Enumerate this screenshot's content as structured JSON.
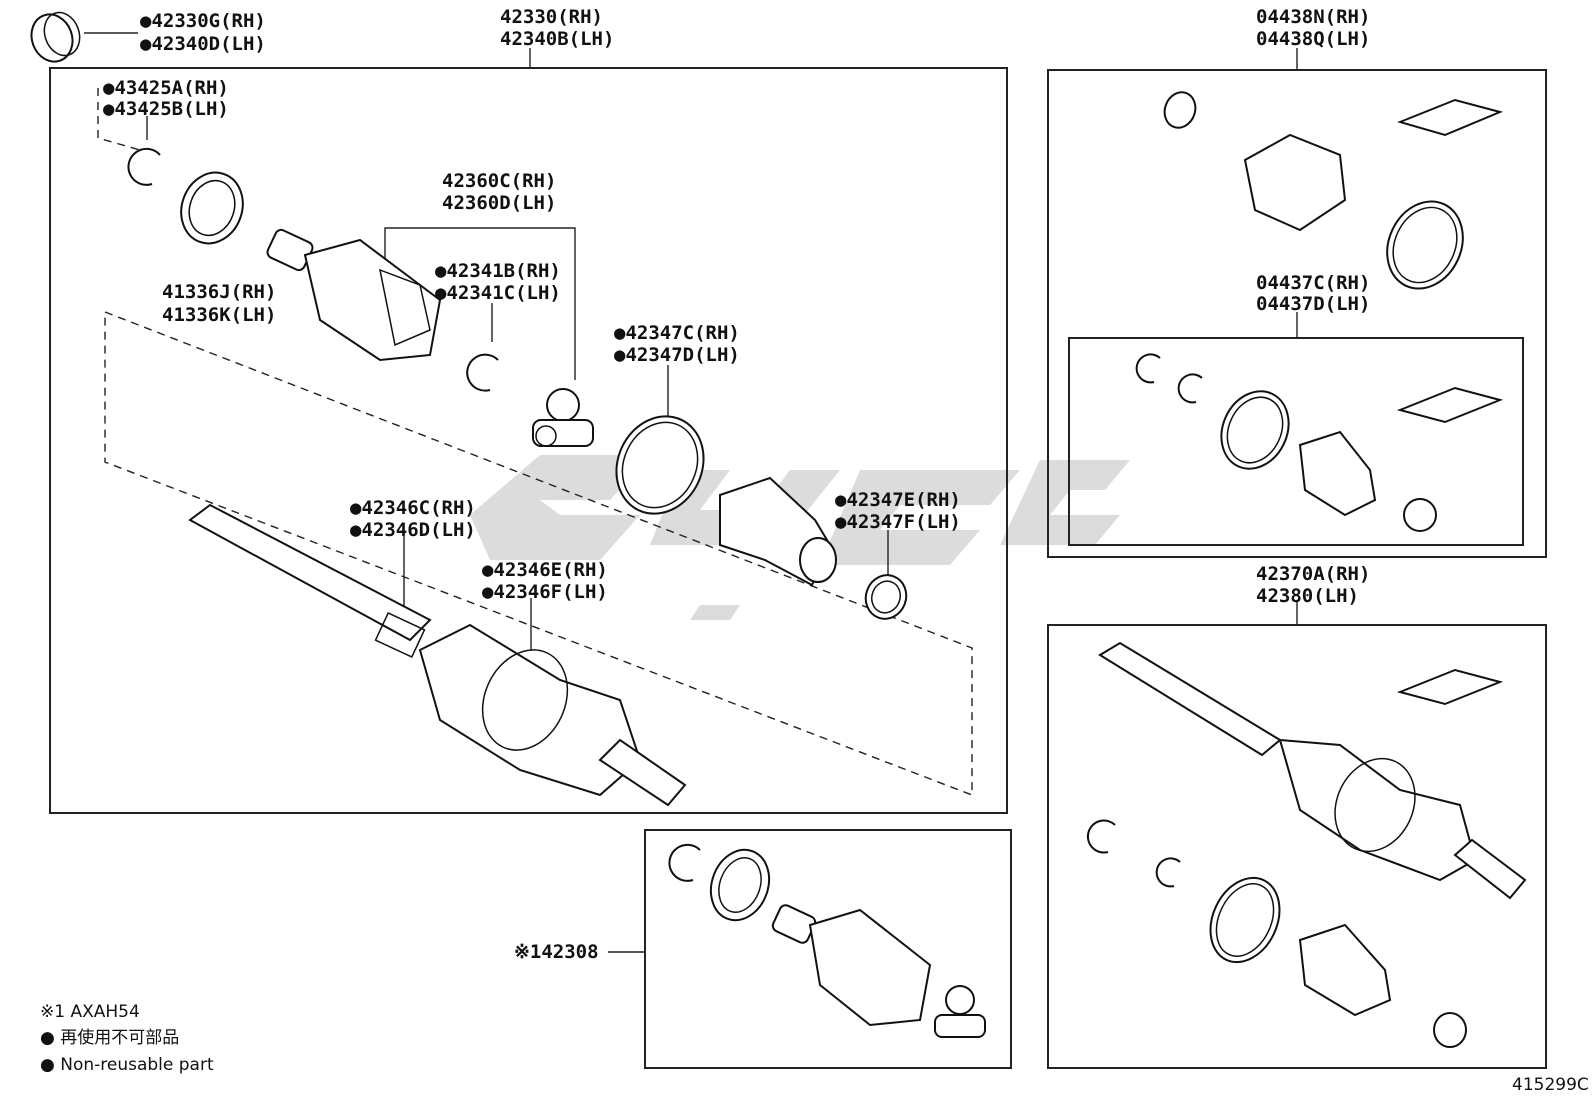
{
  "labels": {
    "p42330g": "●42330G(RH)",
    "p42340d": "●42340D(LH)",
    "p42330": "42330(RH)",
    "p42340b": "42340B(LH)",
    "p43425a": "●43425A(RH)",
    "p43425b": "●43425B(LH)",
    "p42360c": "42360C(RH)",
    "p42360d": "42360D(LH)",
    "p41336j": "41336J(RH)",
    "p41336k": "41336K(LH)",
    "p42341b": "●42341B(RH)",
    "p42341c": "●42341C(LH)",
    "p42347c": "●42347C(RH)",
    "p42347d": "●42347D(LH)",
    "p42346c": "●42346C(RH)",
    "p42346d": "●42346D(LH)",
    "p42346e": "●42346E(RH)",
    "p42346f": "●42346F(LH)",
    "p42347e": "●42347E(RH)",
    "p42347f": "●42347F(LH)",
    "p04438n": "04438N(RH)",
    "p04438q": "04438Q(LH)",
    "p04437c": "04437C(RH)",
    "p04437d": "04437D(LH)",
    "p42370a": "42370A(RH)",
    "p42380": "42380(LH)",
    "p42308": "※142308"
  },
  "notes": {
    "model": "※1  AXAH54",
    "jp": "●  再使用不可部品",
    "en": "●  Non-reusable part"
  },
  "figure_id": "415299C",
  "watermark_color": "#d6d6d6"
}
